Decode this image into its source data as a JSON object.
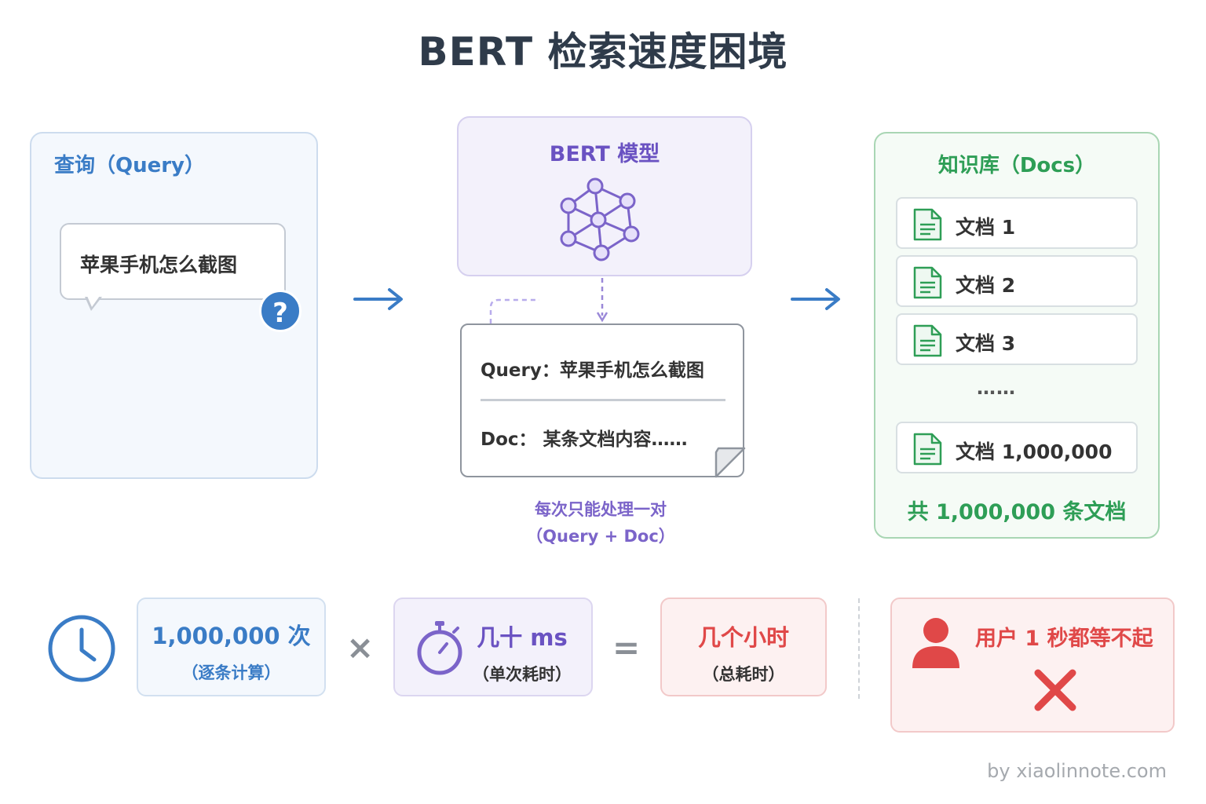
{
  "title": "BERT 检索速度困境",
  "query_panel": {
    "title": "查询（Query）",
    "question": "苹果手机怎么截图",
    "badge": "?"
  },
  "bert": {
    "title": "BERT 模型",
    "pair_query": "Query：苹果手机怎么截图",
    "pair_doc": "Doc：  某条文档内容……",
    "caption_line1": "每次只能处理一对",
    "caption_line2": "（Query + Doc）"
  },
  "docs_panel": {
    "title": "知识库（Docs）",
    "items": [
      "文档 1",
      "文档 2",
      "文档 3"
    ],
    "ellipsis": "……",
    "last_item": "文档 1,000,000",
    "total": "共 1,000,000 条文档"
  },
  "calc": {
    "count": "1,000,000 次",
    "count_note": "（逐条计算）",
    "times": "×",
    "single": "几十 ms",
    "single_note": "（单次耗时）",
    "equals": "=",
    "total": "几个小时",
    "total_note": "（总耗时）"
  },
  "user": {
    "text": "用户 1 秒都等不起"
  },
  "watermark": "by xiaolinnote.com",
  "colors": {
    "blue": "#3a7cc6",
    "purple": "#6a52c2",
    "green": "#2e9e56",
    "red": "#e04848"
  }
}
